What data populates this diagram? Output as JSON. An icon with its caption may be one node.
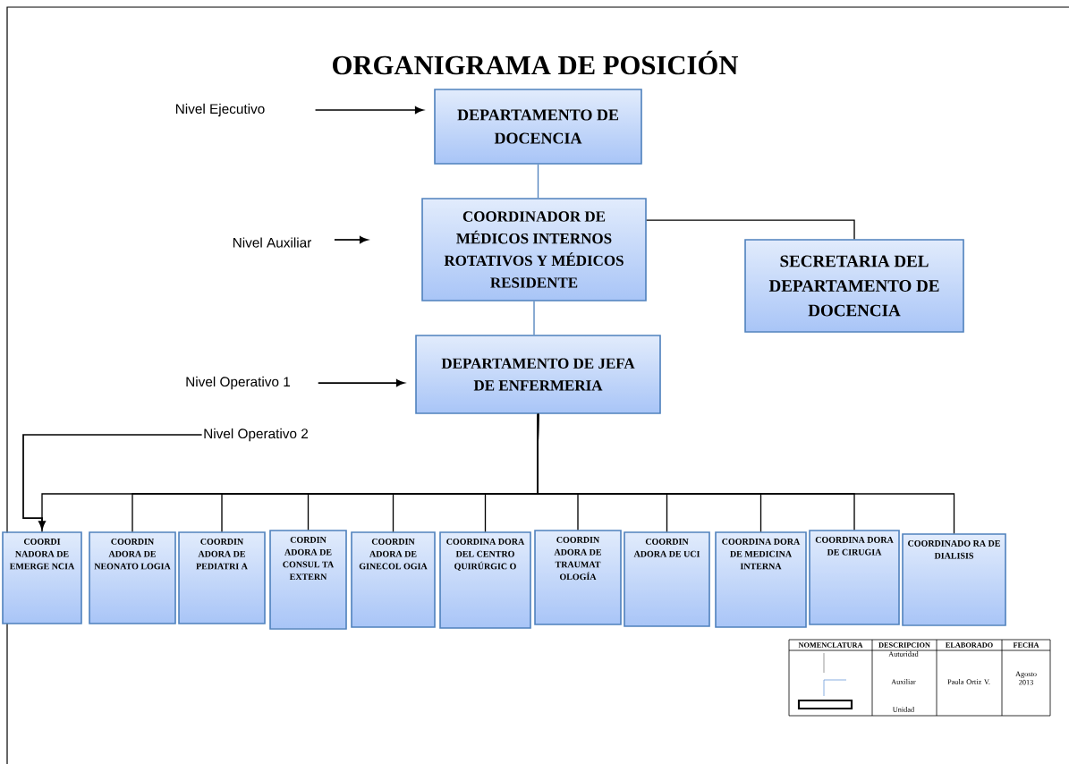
{
  "diagram": {
    "title": "ORGANIGRAMA DE POSICIÓN",
    "nodes": [
      {
        "text": [
          "DEPARTAMENTO DE DOCENCIA"
        ]
      },
      {
        "text": [
          "COORDINADOR DE MÉDICOS INTERNOS ROTATIVOS Y MÉDICOS RESIDENTE"
        ]
      },
      {
        "text": [
          "SECRETARIA DEL DEPARTAMENTO DE DOCENCIA"
        ]
      },
      {
        "text": [
          "DEPARTAMENTO DE JEFA DE ENFERMERIA"
        ]
      },
      {
        "text": [
          "COORDI NADORA DE EMERGE NCIA"
        ]
      },
      {
        "text": [
          "COORDIN ADORA DE NEONATO LOGIA"
        ]
      },
      {
        "text": [
          "COORDIN ADORA DE PEDIATRI A"
        ]
      },
      {
        "text": [
          "CORDIN ADORA DE CONSUL TA EXTERN"
        ]
      },
      {
        "text": [
          "COORDIN ADORA DE GINECOL OGIA"
        ]
      },
      {
        "text": [
          "COORDINA DORA DEL CENTRO QUIRÚRGIC O"
        ]
      },
      {
        "text": [
          "COORDIN ADORA DE TRAUMAT OLOGÍA"
        ]
      },
      {
        "text": [
          "COORDIN ADORA DE UCI"
        ]
      },
      {
        "text": [
          "COORDINA DORA DE MEDICINA INTERNA"
        ]
      },
      {
        "text": [
          "COORDINA DORA DE CIRUGIA"
        ]
      },
      {
        "text": [
          "COORDINADO RA DE DIALISIS"
        ]
      },
      {
        "text": [
          "Nivel Ejecutivo"
        ]
      },
      {
        "text": [
          "Nivel Auxiliar"
        ]
      },
      {
        "text": [
          "Nivel Operativo 1"
        ]
      },
      {
        "text": [
          "Nivel Operativo 2"
        ]
      }
    ],
    "edges": [
      {
        "from": 0,
        "to": 1,
        "arrow": "none",
        "color": "#4f81bd"
      },
      {
        "from": 1,
        "to": 2,
        "arrow": "none"
      },
      {
        "from": 1,
        "to": 3,
        "arrow": "none",
        "color": "#4f81bd"
      },
      {
        "from": 3,
        "to": 4,
        "arrow": "none"
      },
      {
        "from": 3,
        "to": 5,
        "arrow": "none"
      },
      {
        "from": 3,
        "to": 6,
        "arrow": "none"
      },
      {
        "from": 3,
        "to": 7,
        "arrow": "none"
      },
      {
        "from": 3,
        "to": 8,
        "arrow": "none"
      },
      {
        "from": 3,
        "to": 9,
        "arrow": "none"
      },
      {
        "from": 3,
        "to": 10,
        "arrow": "none"
      },
      {
        "from": 3,
        "to": 11,
        "arrow": "none"
      },
      {
        "from": 3,
        "to": 12,
        "arrow": "none"
      },
      {
        "from": 3,
        "to": 13,
        "arrow": "none"
      },
      {
        "from": 3,
        "to": 14,
        "arrow": "none"
      },
      {
        "from": 15,
        "to": 0,
        "arrow": "to"
      },
      {
        "from": 16,
        "to": null,
        "arrow": "to"
      },
      {
        "from": 17,
        "to": 3,
        "arrow": "to"
      },
      {
        "from": 18,
        "to": 4,
        "arrow": "to"
      }
    ],
    "labels": [
      "NOMENCLATURA",
      "DESCRIPCION",
      "ELABORADO",
      "FECHA",
      "Autoridad",
      "Auxiliar",
      "Paola Ortiz V.",
      "Agosto 2013",
      "Unidad"
    ]
  }
}
